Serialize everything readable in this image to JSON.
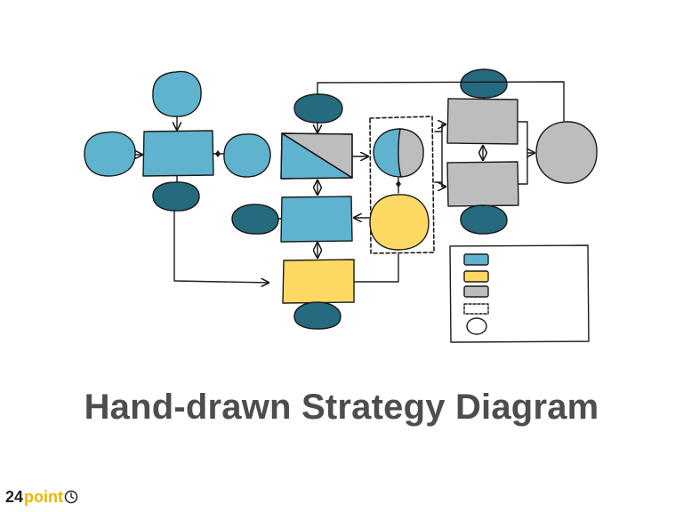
{
  "title": "Hand-drawn Strategy Diagram",
  "logo": {
    "number": "24",
    "word": "point",
    "icon": "clock-icon"
  },
  "colors": {
    "blue": "#5fb3cf",
    "dark_teal": "#256a7e",
    "yellow": "#fdd964",
    "gray": "#bdbdbd",
    "outline": "#1a1a1a"
  },
  "legend": {
    "items": [
      {
        "shape": "blue-rectangle"
      },
      {
        "shape": "yellow-rectangle"
      },
      {
        "shape": "gray-rectangle"
      },
      {
        "shape": "dashed-rectangle"
      },
      {
        "shape": "white-circle"
      }
    ]
  }
}
